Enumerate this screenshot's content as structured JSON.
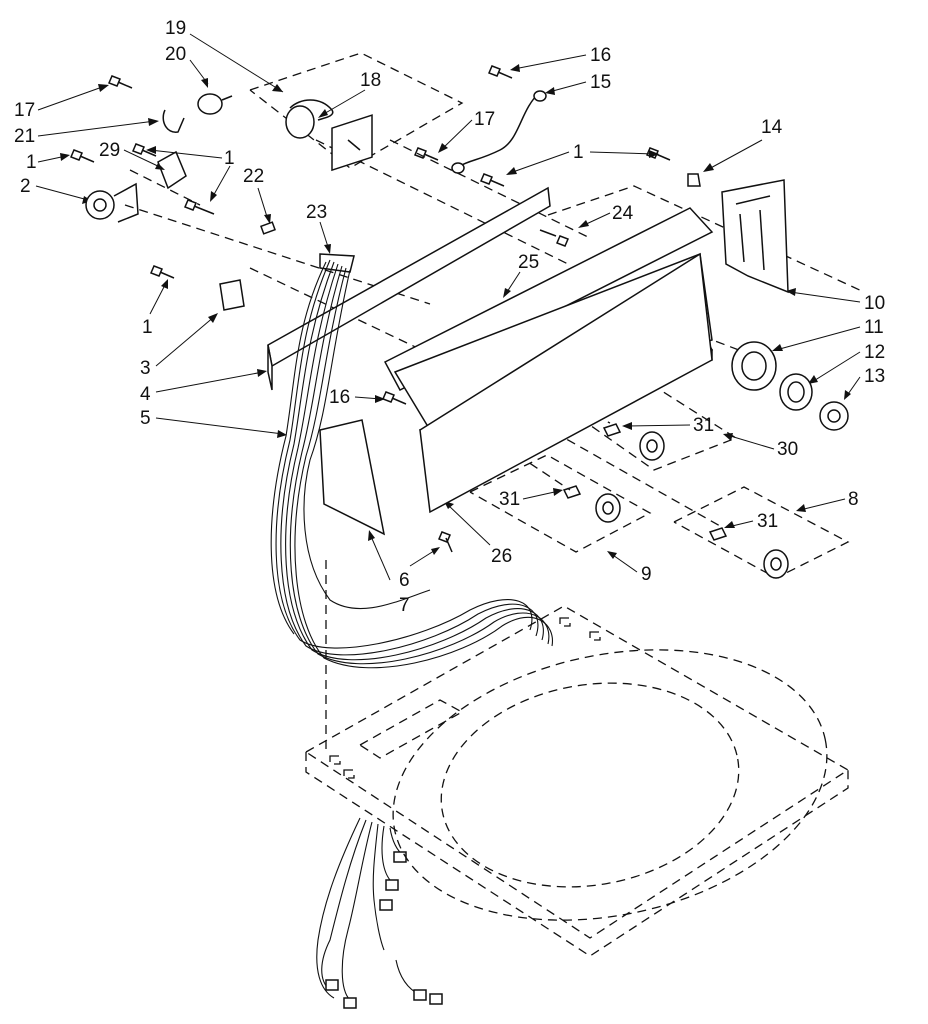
{
  "callouts": [
    {
      "id": "c19",
      "text": "19"
    },
    {
      "id": "c20",
      "text": "20"
    },
    {
      "id": "c18",
      "text": "18"
    },
    {
      "id": "c17a",
      "text": "17"
    },
    {
      "id": "c21",
      "text": "21"
    },
    {
      "id": "c1a",
      "text": "1"
    },
    {
      "id": "c29",
      "text": "29"
    },
    {
      "id": "c1b",
      "text": "1"
    },
    {
      "id": "c2",
      "text": "2"
    },
    {
      "id": "c22",
      "text": "22"
    },
    {
      "id": "c23",
      "text": "23"
    },
    {
      "id": "c16a",
      "text": "16"
    },
    {
      "id": "c15",
      "text": "15"
    },
    {
      "id": "c17b",
      "text": "17"
    },
    {
      "id": "c1c",
      "text": "1"
    },
    {
      "id": "c14",
      "text": "14"
    },
    {
      "id": "c24",
      "text": "24"
    },
    {
      "id": "c25",
      "text": "25"
    },
    {
      "id": "c10",
      "text": "10"
    },
    {
      "id": "c11",
      "text": "11"
    },
    {
      "id": "c12",
      "text": "12"
    },
    {
      "id": "c13",
      "text": "13"
    },
    {
      "id": "c1d",
      "text": "1"
    },
    {
      "id": "c3",
      "text": "3"
    },
    {
      "id": "c4",
      "text": "4"
    },
    {
      "id": "c5",
      "text": "5"
    },
    {
      "id": "c16b",
      "text": "16"
    },
    {
      "id": "c31a",
      "text": "31"
    },
    {
      "id": "c30",
      "text": "30"
    },
    {
      "id": "c31b",
      "text": "31"
    },
    {
      "id": "c8",
      "text": "8"
    },
    {
      "id": "c31c",
      "text": "31"
    },
    {
      "id": "c26",
      "text": "26"
    },
    {
      "id": "c6",
      "text": "6"
    },
    {
      "id": "c7",
      "text": "7"
    },
    {
      "id": "c9",
      "text": "9"
    }
  ]
}
